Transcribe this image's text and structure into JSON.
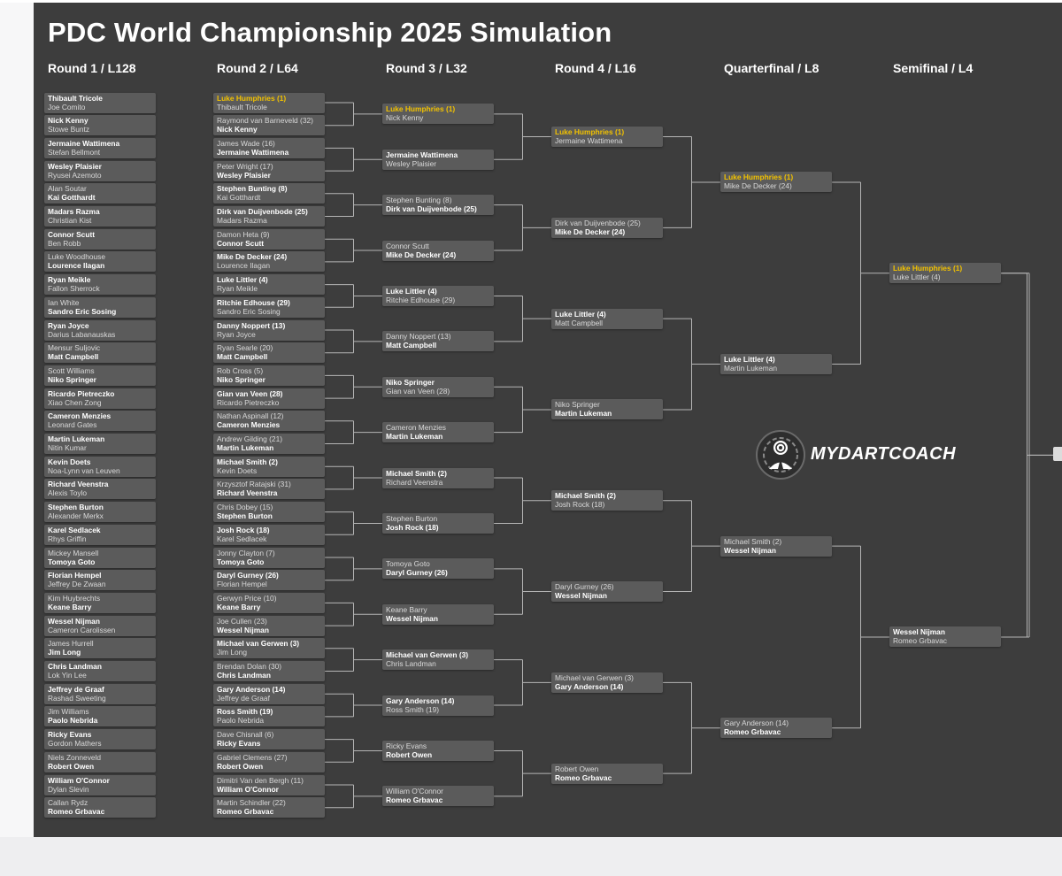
{
  "title": "PDC World Championship 2025 Simulation",
  "rounds": [
    "Round 1 / L128",
    "Round 2 / L64",
    "Round 3 / L32",
    "Round 4 / L16",
    "Quarterfinal / L8",
    "Semifinal / L4"
  ],
  "logo_text": "MYDARTCOACH",
  "colors": {
    "background": "#3d3d3d",
    "match_box": "#5b5b5b",
    "highlight": "#f2c200",
    "lines": "#b5b5b5"
  },
  "chart_data": {
    "type": "bracket",
    "title": "PDC World Championship 2025 Simulation",
    "round_labels": [
      "Round 1 / L128",
      "Round 2 / L64",
      "Round 3 / L32",
      "Round 4 / L16",
      "Quarterfinal / L8",
      "Semifinal / L4"
    ],
    "highlighted_player": "Luke Humphries (1)",
    "matches": [
      [
        {
          "p1": "Thibault Tricole",
          "p2": "Joe Comito",
          "w": 1
        },
        {
          "p1": "Nick Kenny",
          "p2": "Stowe Buntz",
          "w": 1
        },
        {
          "p1": "Jermaine Wattimena",
          "p2": "Stefan Bellmont",
          "w": 1
        },
        {
          "p1": "Wesley Plaisier",
          "p2": "Ryusei Azemoto",
          "w": 1
        },
        {
          "p1": "Alan Soutar",
          "p2": "Kai Gotthardt",
          "w": 2
        },
        {
          "p1": "Madars Razma",
          "p2": "Christian Kist",
          "w": 1
        },
        {
          "p1": "Connor Scutt",
          "p2": "Ben Robb",
          "w": 1
        },
        {
          "p1": "Luke Woodhouse",
          "p2": "Lourence Ilagan",
          "w": 2
        },
        {
          "p1": "Ryan Meikle",
          "p2": "Fallon Sherrock",
          "w": 1
        },
        {
          "p1": "Ian White",
          "p2": "Sandro Eric Sosing",
          "w": 2
        },
        {
          "p1": "Ryan Joyce",
          "p2": "Darius Labanauskas",
          "w": 1
        },
        {
          "p1": "Mensur Suljovic",
          "p2": "Matt Campbell",
          "w": 2
        },
        {
          "p1": "Scott Williams",
          "p2": "Niko Springer",
          "w": 2
        },
        {
          "p1": "Ricardo Pietreczko",
          "p2": "Xiao Chen Zong",
          "w": 1
        },
        {
          "p1": "Cameron Menzies",
          "p2": "Leonard Gates",
          "w": 1
        },
        {
          "p1": "Martin Lukeman",
          "p2": "Nitin Kumar",
          "w": 1
        },
        {
          "p1": "Kevin Doets",
          "p2": "Noa-Lynn van Leuven",
          "w": 1
        },
        {
          "p1": "Richard Veenstra",
          "p2": "Alexis Toylo",
          "w": 1
        },
        {
          "p1": "Stephen Burton",
          "p2": "Alexander Merkx",
          "w": 1
        },
        {
          "p1": "Karel Sedlacek",
          "p2": "Rhys Griffin",
          "w": 1
        },
        {
          "p1": "Mickey Mansell",
          "p2": "Tomoya Goto",
          "w": 2
        },
        {
          "p1": "Florian Hempel",
          "p2": "Jeffrey De Zwaan",
          "w": 1
        },
        {
          "p1": "Kim Huybrechts",
          "p2": "Keane Barry",
          "w": 2
        },
        {
          "p1": "Wessel Nijman",
          "p2": "Cameron Carolissen",
          "w": 1
        },
        {
          "p1": "James Hurrell",
          "p2": "Jim Long",
          "w": 2
        },
        {
          "p1": "Chris Landman",
          "p2": "Lok Yin Lee",
          "w": 1
        },
        {
          "p1": "Jeffrey de Graaf",
          "p2": "Rashad Sweeting",
          "w": 1
        },
        {
          "p1": "Jim Williams",
          "p2": "Paolo Nebrida",
          "w": 2
        },
        {
          "p1": "Ricky Evans",
          "p2": "Gordon Mathers",
          "w": 1
        },
        {
          "p1": "Niels Zonneveld",
          "p2": "Robert Owen",
          "w": 2
        },
        {
          "p1": "William O'Connor",
          "p2": "Dylan Slevin",
          "w": 1
        },
        {
          "p1": "Callan Rydz",
          "p2": "Romeo Grbavac",
          "w": 2
        }
      ],
      [
        {
          "p1": "Luke Humphries (1)",
          "p2": "Thibault Tricole",
          "w": 1
        },
        {
          "p1": "Raymond van Barneveld (32)",
          "p2": "Nick Kenny",
          "w": 2
        },
        {
          "p1": "James Wade (16)",
          "p2": "Jermaine Wattimena",
          "w": 2
        },
        {
          "p1": "Peter Wright (17)",
          "p2": "Wesley Plaisier",
          "w": 2
        },
        {
          "p1": "Stephen Bunting (8)",
          "p2": "Kai Gotthardt",
          "w": 1
        },
        {
          "p1": "Dirk van Duijvenbode (25)",
          "p2": "Madars Razma",
          "w": 1
        },
        {
          "p1": "Damon Heta (9)",
          "p2": "Connor Scutt",
          "w": 2
        },
        {
          "p1": "Mike De Decker (24)",
          "p2": "Lourence Ilagan",
          "w": 1
        },
        {
          "p1": "Luke Littler (4)",
          "p2": "Ryan Meikle",
          "w": 1
        },
        {
          "p1": "Ritchie Edhouse (29)",
          "p2": "Sandro Eric Sosing",
          "w": 1
        },
        {
          "p1": "Danny Noppert (13)",
          "p2": "Ryan Joyce",
          "w": 1
        },
        {
          "p1": "Ryan Searle (20)",
          "p2": "Matt Campbell",
          "w": 2
        },
        {
          "p1": "Rob Cross (5)",
          "p2": "Niko Springer",
          "w": 2
        },
        {
          "p1": "Gian van Veen (28)",
          "p2": "Ricardo Pietreczko",
          "w": 1
        },
        {
          "p1": "Nathan Aspinall (12)",
          "p2": "Cameron Menzies",
          "w": 2
        },
        {
          "p1": "Andrew Gilding (21)",
          "p2": "Martin Lukeman",
          "w": 2
        },
        {
          "p1": "Michael Smith (2)",
          "p2": "Kevin Doets",
          "w": 1
        },
        {
          "p1": "Krzysztof Ratajski (31)",
          "p2": "Richard Veenstra",
          "w": 2
        },
        {
          "p1": "Chris Dobey (15)",
          "p2": "Stephen Burton",
          "w": 2
        },
        {
          "p1": "Josh Rock (18)",
          "p2": "Karel Sedlacek",
          "w": 1
        },
        {
          "p1": "Jonny Clayton (7)",
          "p2": "Tomoya Goto",
          "w": 2
        },
        {
          "p1": "Daryl Gurney (26)",
          "p2": "Florian Hempel",
          "w": 1
        },
        {
          "p1": "Gerwyn Price (10)",
          "p2": "Keane Barry",
          "w": 2
        },
        {
          "p1": "Joe Cullen (23)",
          "p2": "Wessel Nijman",
          "w": 2
        },
        {
          "p1": "Michael van Gerwen (3)",
          "p2": "Jim Long",
          "w": 1
        },
        {
          "p1": "Brendan Dolan (30)",
          "p2": "Chris Landman",
          "w": 2
        },
        {
          "p1": "Gary Anderson (14)",
          "p2": "Jeffrey de Graaf",
          "w": 1
        },
        {
          "p1": "Ross Smith (19)",
          "p2": "Paolo Nebrida",
          "w": 1
        },
        {
          "p1": "Dave Chisnall (6)",
          "p2": "Ricky Evans",
          "w": 2
        },
        {
          "p1": "Gabriel Clemens (27)",
          "p2": "Robert Owen",
          "w": 2
        },
        {
          "p1": "Dimitri Van den Bergh (11)",
          "p2": "William O'Connor",
          "w": 2
        },
        {
          "p1": "Martin Schindler (22)",
          "p2": "Romeo Grbavac",
          "w": 2
        }
      ],
      [
        {
          "p1": "Luke Humphries (1)",
          "p2": "Nick Kenny",
          "w": 1
        },
        {
          "p1": "Jermaine Wattimena",
          "p2": "Wesley Plaisier",
          "w": 1
        },
        {
          "p1": "Stephen Bunting (8)",
          "p2": "Dirk van Duijvenbode (25)",
          "w": 2
        },
        {
          "p1": "Connor Scutt",
          "p2": "Mike De Decker (24)",
          "w": 2
        },
        {
          "p1": "Luke Littler (4)",
          "p2": "Ritchie Edhouse (29)",
          "w": 1
        },
        {
          "p1": "Danny Noppert (13)",
          "p2": "Matt Campbell",
          "w": 2
        },
        {
          "p1": "Niko Springer",
          "p2": "Gian van Veen (28)",
          "w": 1
        },
        {
          "p1": "Cameron Menzies",
          "p2": "Martin Lukeman",
          "w": 2
        },
        {
          "p1": "Michael Smith (2)",
          "p2": "Richard Veenstra",
          "w": 1
        },
        {
          "p1": "Stephen Burton",
          "p2": "Josh Rock (18)",
          "w": 2
        },
        {
          "p1": "Tomoya Goto",
          "p2": "Daryl Gurney (26)",
          "w": 2
        },
        {
          "p1": "Keane Barry",
          "p2": "Wessel Nijman",
          "w": 2
        },
        {
          "p1": "Michael van Gerwen (3)",
          "p2": "Chris Landman",
          "w": 1
        },
        {
          "p1": "Gary Anderson (14)",
          "p2": "Ross Smith (19)",
          "w": 1
        },
        {
          "p1": "Ricky Evans",
          "p2": "Robert Owen",
          "w": 2
        },
        {
          "p1": "William O'Connor",
          "p2": "Romeo Grbavac",
          "w": 2
        }
      ],
      [
        {
          "p1": "Luke Humphries (1)",
          "p2": "Jermaine Wattimena",
          "w": 1
        },
        {
          "p1": "Dirk van Duijvenbode (25)",
          "p2": "Mike De Decker (24)",
          "w": 2
        },
        {
          "p1": "Luke Littler (4)",
          "p2": "Matt Campbell",
          "w": 1
        },
        {
          "p1": "Niko Springer",
          "p2": "Martin Lukeman",
          "w": 2
        },
        {
          "p1": "Michael Smith (2)",
          "p2": "Josh Rock (18)",
          "w": 1
        },
        {
          "p1": "Daryl Gurney (26)",
          "p2": "Wessel Nijman",
          "w": 2
        },
        {
          "p1": "Michael van Gerwen (3)",
          "p2": "Gary Anderson (14)",
          "w": 2
        },
        {
          "p1": "Robert Owen",
          "p2": "Romeo Grbavac",
          "w": 2
        }
      ],
      [
        {
          "p1": "Luke Humphries (1)",
          "p2": "Mike De Decker (24)",
          "w": 1
        },
        {
          "p1": "Luke Littler (4)",
          "p2": "Martin Lukeman",
          "w": 1
        },
        {
          "p1": "Michael Smith (2)",
          "p2": "Wessel Nijman",
          "w": 2
        },
        {
          "p1": "Gary Anderson (14)",
          "p2": "Romeo Grbavac",
          "w": 2
        }
      ],
      [
        {
          "p1": "Luke Humphries (1)",
          "p2": "Luke Littler (4)",
          "w": 1
        },
        {
          "p1": "Wessel Nijman",
          "p2": "Romeo Grbavac",
          "w": 1
        }
      ]
    ]
  }
}
